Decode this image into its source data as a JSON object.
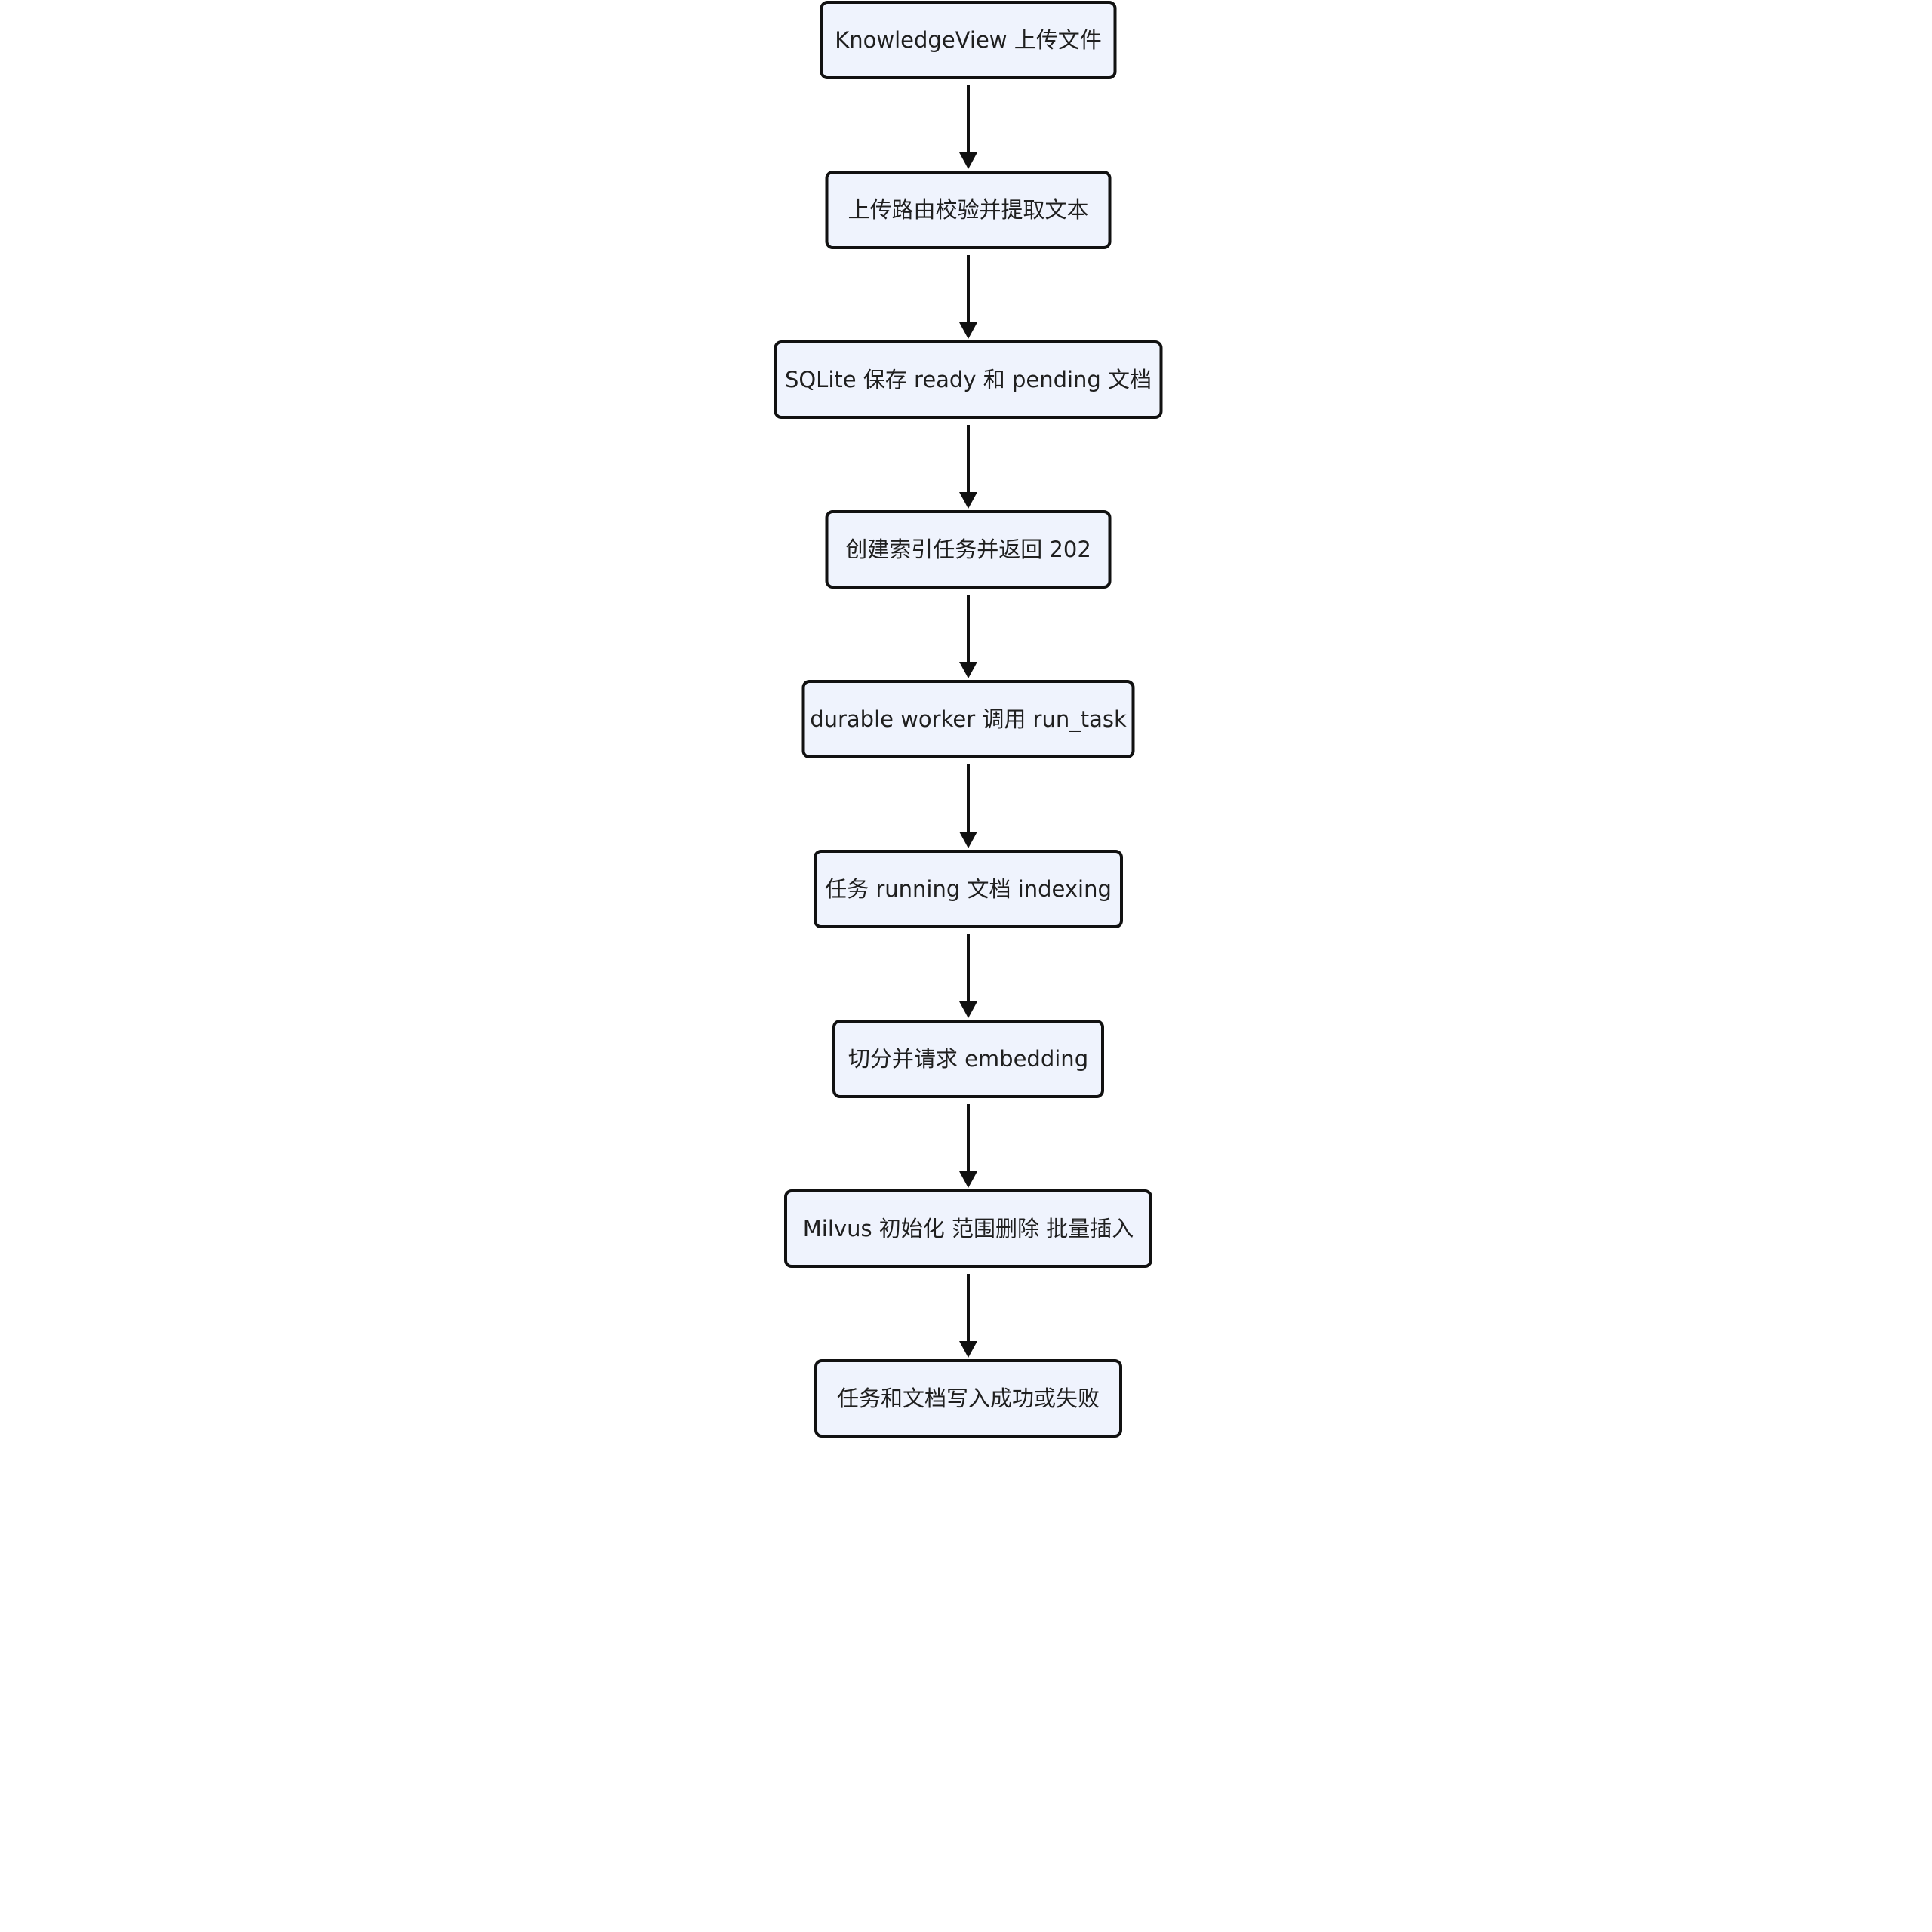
{
  "diagram": {
    "type": "flowchart",
    "direction": "top-to-bottom",
    "colors": {
      "node_fill": "#eff3fd",
      "node_stroke": "#111111",
      "edge": "#111111",
      "text": "#1f1f1f"
    },
    "nodes": [
      {
        "id": "n1",
        "label": "KnowledgeView 上传文件"
      },
      {
        "id": "n2",
        "label": "上传路由校验并提取文本"
      },
      {
        "id": "n3",
        "label": "SQLite 保存 ready 和 pending 文档"
      },
      {
        "id": "n4",
        "label": "创建索引任务并返回 202"
      },
      {
        "id": "n5",
        "label": "durable worker 调用 run_task"
      },
      {
        "id": "n6",
        "label": "任务 running 文档 indexing"
      },
      {
        "id": "n7",
        "label": "切分并请求 embedding"
      },
      {
        "id": "n8",
        "label": "Milvus 初始化 范围删除 批量插入"
      },
      {
        "id": "n9",
        "label": "任务和文档写入成功或失败"
      }
    ],
    "edges": [
      {
        "from": "n1",
        "to": "n2"
      },
      {
        "from": "n2",
        "to": "n3"
      },
      {
        "from": "n3",
        "to": "n4"
      },
      {
        "from": "n4",
        "to": "n5"
      },
      {
        "from": "n5",
        "to": "n6"
      },
      {
        "from": "n6",
        "to": "n7"
      },
      {
        "from": "n7",
        "to": "n8"
      },
      {
        "from": "n8",
        "to": "n9"
      }
    ]
  }
}
